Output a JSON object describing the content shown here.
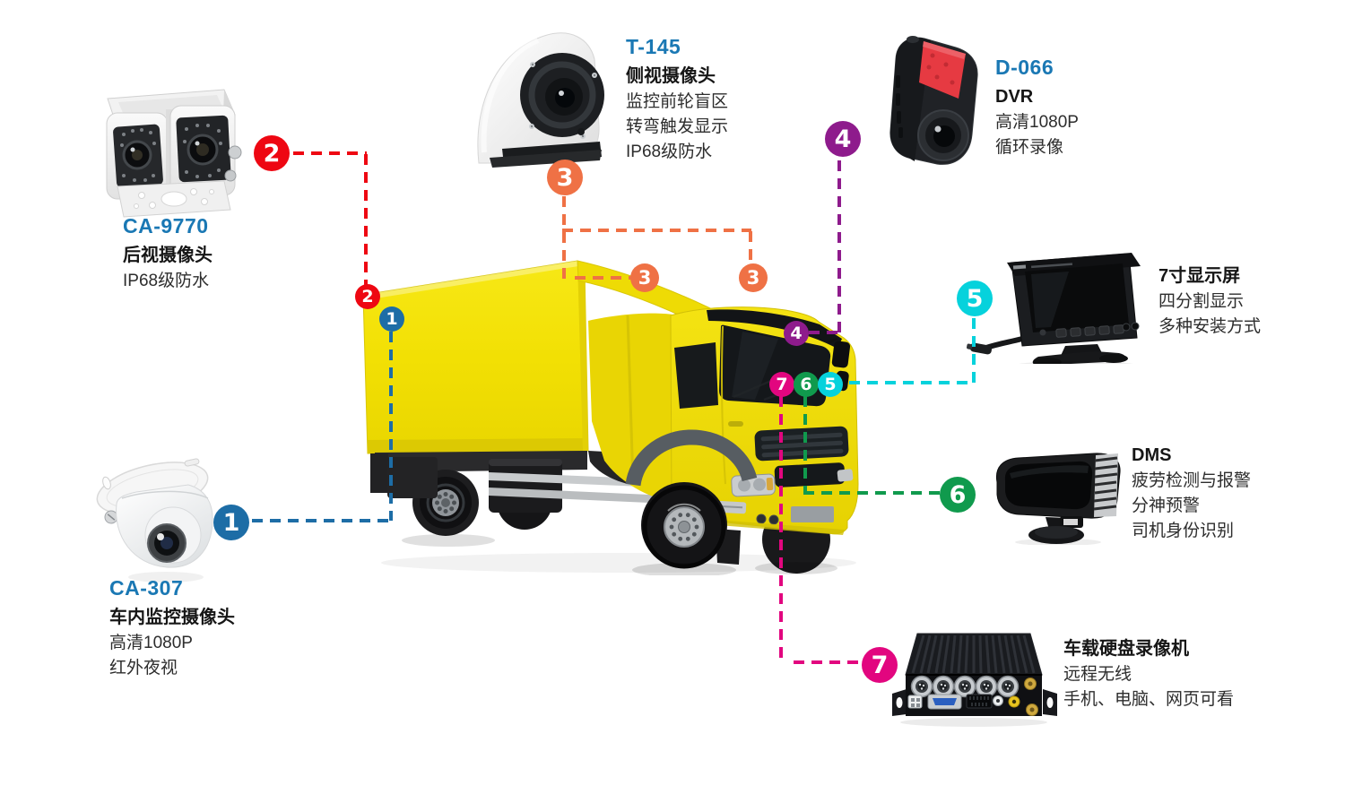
{
  "colors": {
    "red": "#ee0712",
    "blue": "#1d6da6",
    "orange": "#ef7145",
    "purple": "#8e1b8c",
    "cyan": "#06d2dc",
    "green": "#109a4d",
    "magenta": "#e2067f",
    "code_blue": "#1a78b4",
    "truck_yellow": "#f2e004"
  },
  "marker_labels": [
    "1",
    "2",
    "3",
    "4",
    "5",
    "6",
    "7"
  ],
  "products": [
    {
      "id": "ca9770",
      "code": "CA-9770",
      "name": "后视摄像头",
      "features": [
        "IP68级防水"
      ],
      "marker": "2"
    },
    {
      "id": "t145",
      "code": "T-145",
      "name": "侧视摄像头",
      "features": [
        "监控前轮盲区",
        "转弯触发显示",
        "IP68级防水"
      ],
      "marker": "3"
    },
    {
      "id": "d066",
      "code": "D-066",
      "name": "DVR",
      "features": [
        "高清1080P",
        "循环录像"
      ],
      "marker": "4"
    },
    {
      "id": "monitor7",
      "code": "",
      "name": "7寸显示屏",
      "features": [
        "四分割显示",
        "多种安装方式"
      ],
      "marker": "5"
    },
    {
      "id": "dms",
      "code": "",
      "name": "DMS",
      "features": [
        "疲劳检测与报警",
        "分神预警",
        "司机身份识别"
      ],
      "marker": "6"
    },
    {
      "id": "mdvr",
      "code": "",
      "name": "车载硬盘录像机",
      "features": [
        "远程无线",
        "手机、电脑、网页可看"
      ],
      "marker": "7"
    },
    {
      "id": "ca307",
      "code": "CA-307",
      "name": "车内监控摄像头",
      "features": [
        "高清1080P",
        "红外夜视"
      ],
      "marker": "1"
    }
  ]
}
